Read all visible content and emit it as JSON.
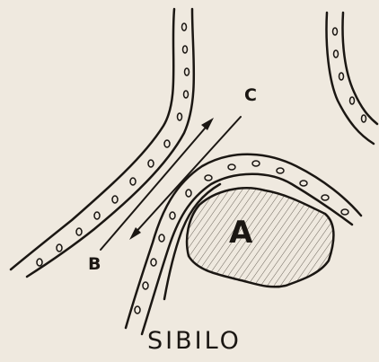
{
  "labels": {
    "a": "A",
    "b": "B",
    "c": "C"
  },
  "caption": "SIBILO",
  "colors": {
    "paper": "#efe9df",
    "ink": "#1b1713",
    "mass_fill": "#cfc8bb"
  }
}
